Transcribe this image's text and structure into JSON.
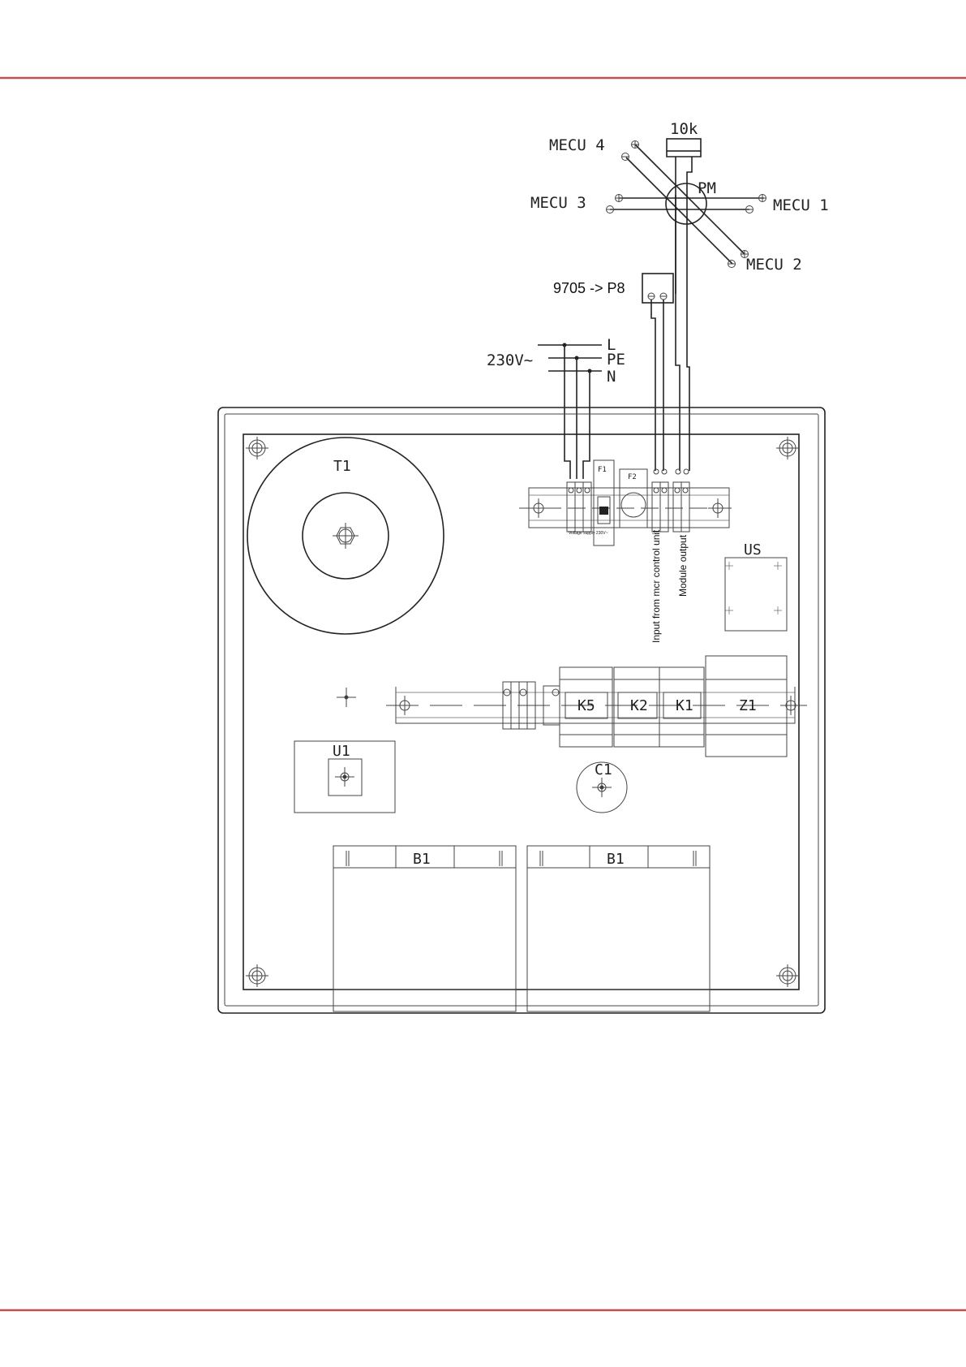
{
  "colors": {
    "rule": "#c0504d",
    "ink": "#222222"
  },
  "labels": {
    "mecu4": "MECU 4",
    "mecu3": "MECU 3",
    "mecu1": "MECU 1",
    "mecu2": "MECU 2",
    "resistor": "10k",
    "pm": "PM",
    "signal": "9705 -> P8",
    "mains": "230V~",
    "l": "L",
    "pe": "PE",
    "n": "N",
    "t1": "T1",
    "f1": "F1",
    "f2": "F2",
    "tiny_terminal": "Voltage\nsupply\n230V~",
    "input_from": "Input from mcr control unit",
    "module_output": "Module output",
    "us": "US",
    "k5": "K5",
    "k2": "K2",
    "k1": "K1",
    "z1": "Z1",
    "u1": "U1",
    "c1": "C1",
    "b1_left": "B1",
    "b1_right": "B1"
  }
}
